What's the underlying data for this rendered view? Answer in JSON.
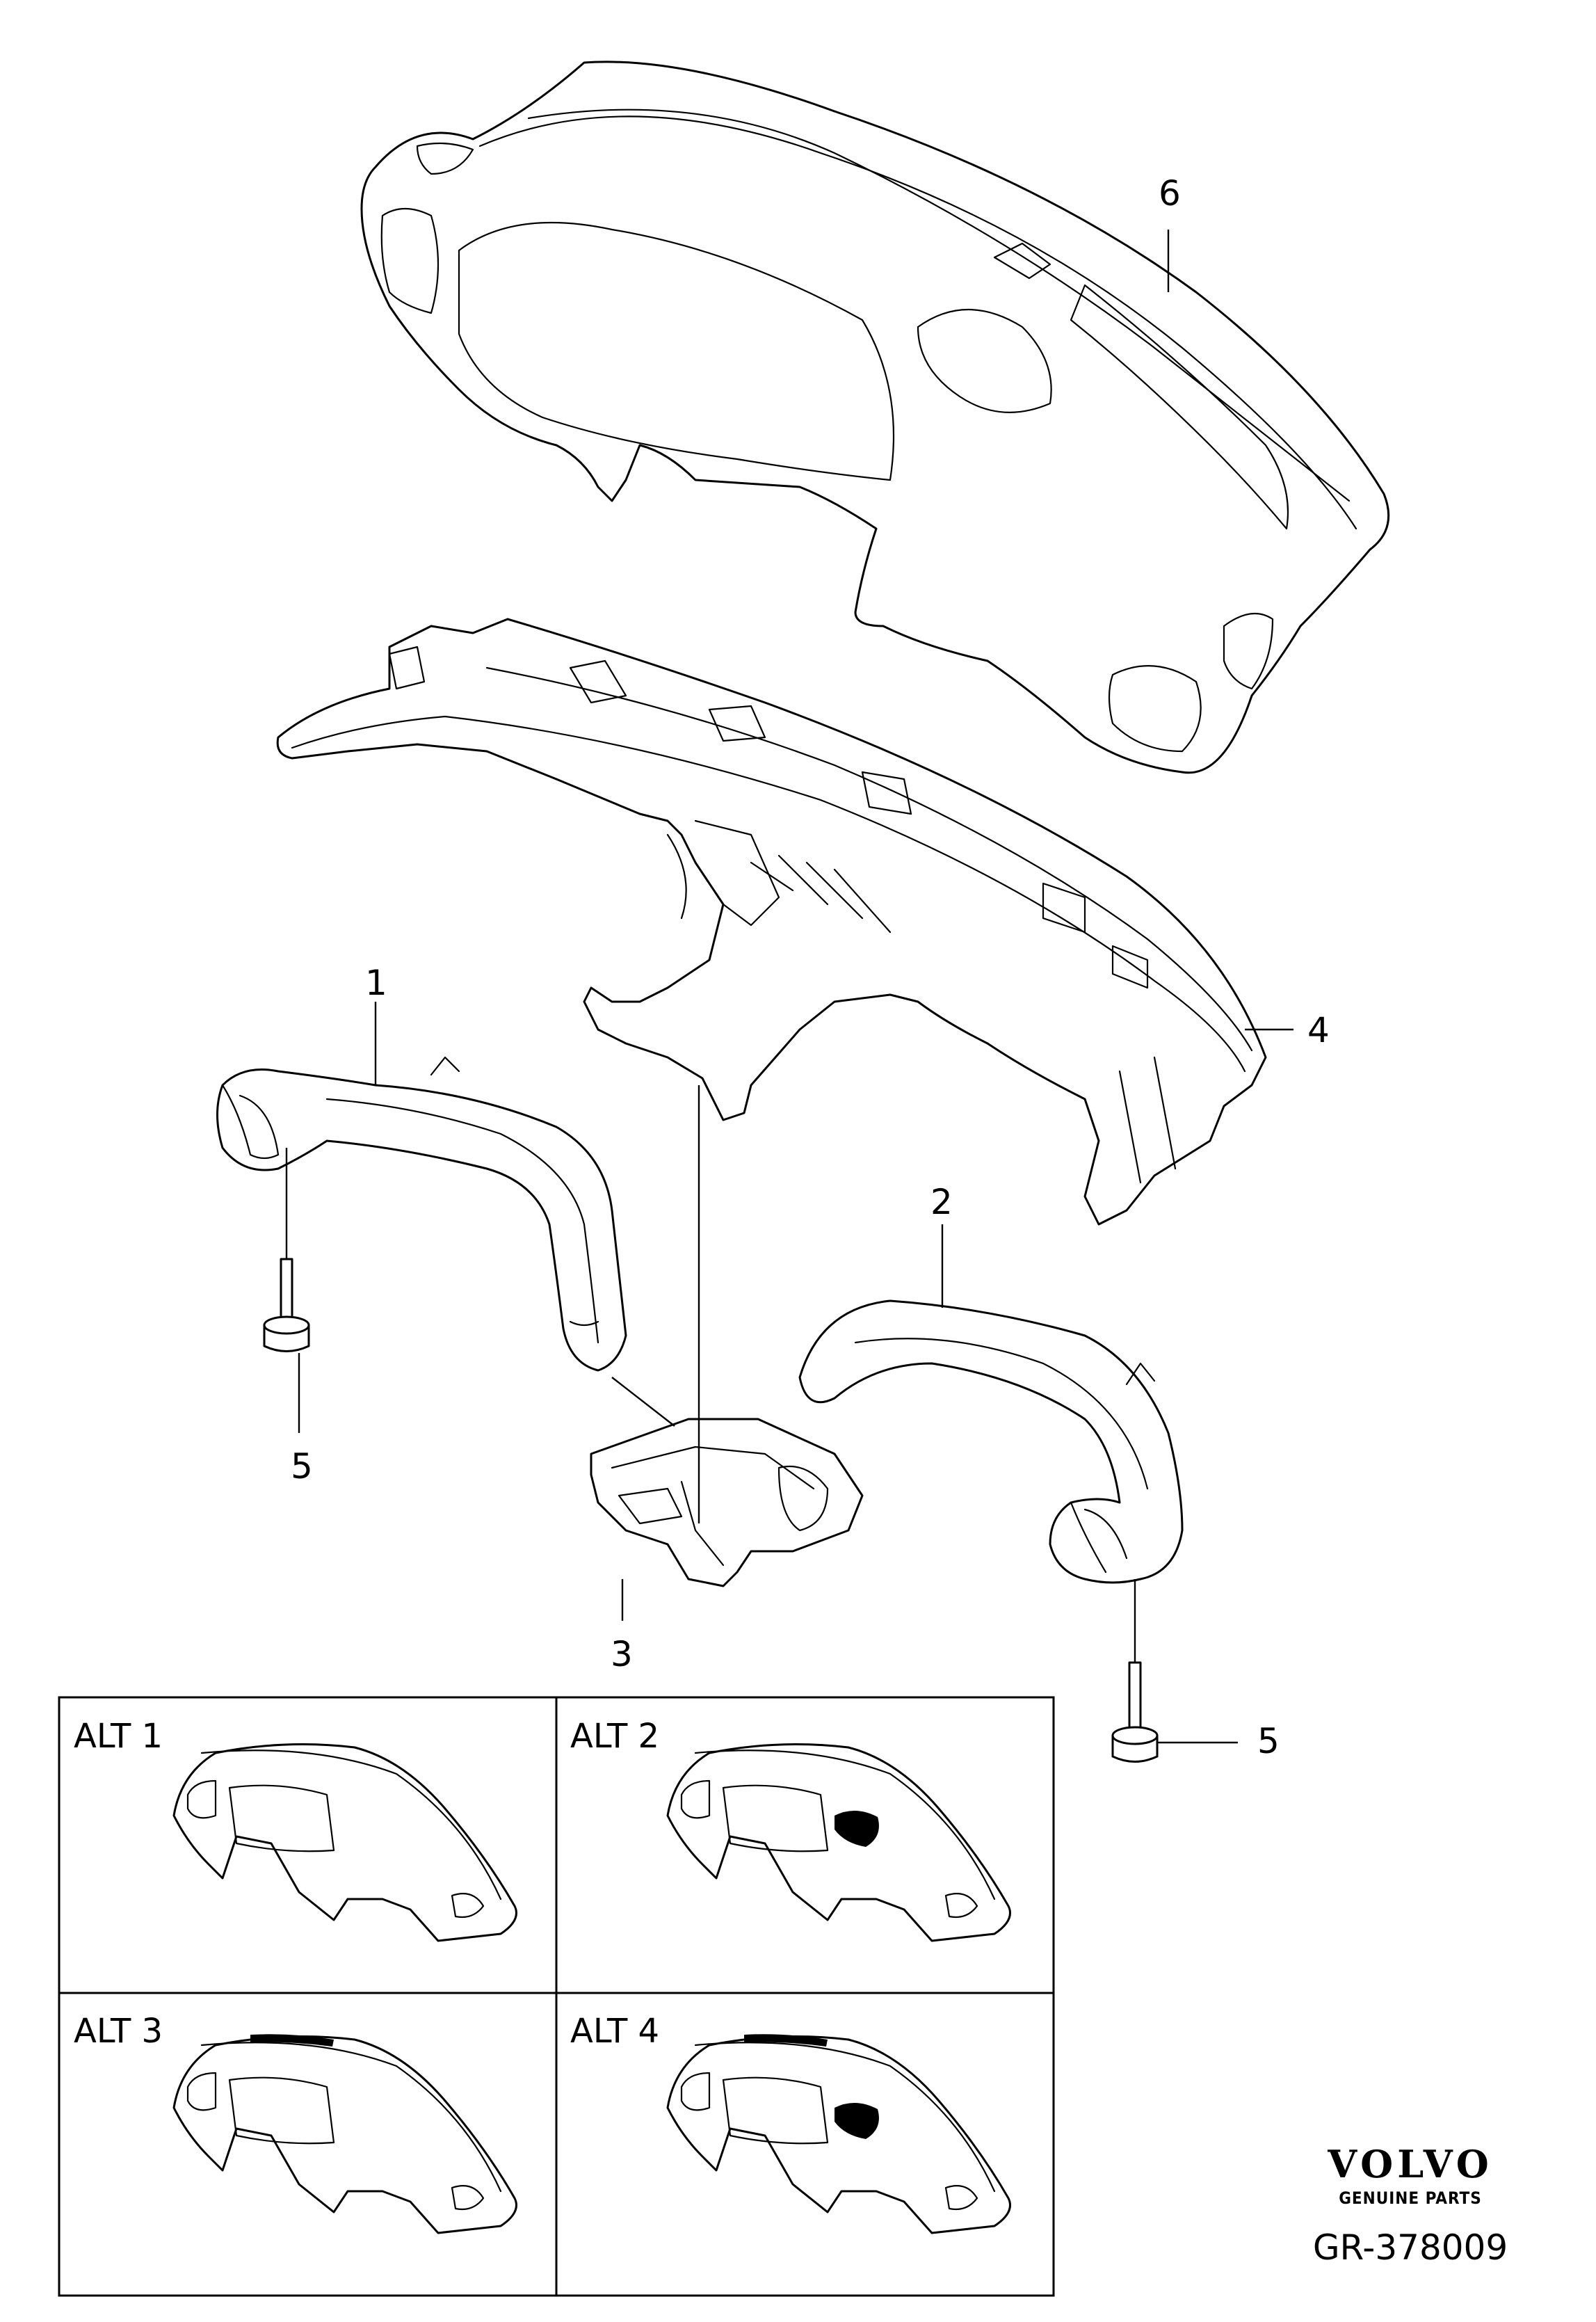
{
  "callouts": {
    "c1": "1",
    "c2": "2",
    "c3": "3",
    "c4": "4",
    "c5a": "5",
    "c5b": "5",
    "c6": "6"
  },
  "alternatives": {
    "alt1": "ALT 1",
    "alt2": "ALT 2",
    "alt3": "ALT 3",
    "alt4": "ALT 4"
  },
  "brand": {
    "name": "VOLVO",
    "tagline": "GENUINE PARTS",
    "diagram_code": "GR-378009"
  }
}
